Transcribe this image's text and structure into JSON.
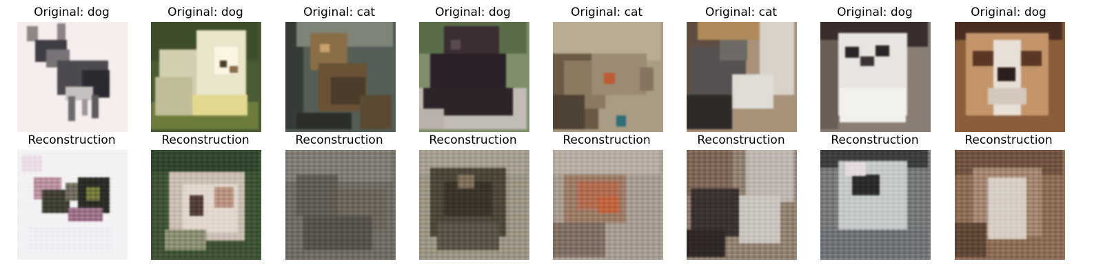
{
  "columns": [
    {
      "original_title": "Original: dog",
      "reconstruction_title": "Reconstruction"
    },
    {
      "original_title": "Original: dog",
      "reconstruction_title": "Reconstruction"
    },
    {
      "original_title": "Original: cat",
      "reconstruction_title": "Reconstruction"
    },
    {
      "original_title": "Original: dog",
      "reconstruction_title": "Reconstruction"
    },
    {
      "original_title": "Original: cat",
      "reconstruction_title": "Reconstruction"
    },
    {
      "original_title": "Original: cat",
      "reconstruction_title": "Reconstruction"
    },
    {
      "original_title": "Original: dog",
      "reconstruction_title": "Reconstruction"
    },
    {
      "original_title": "Original: dog",
      "reconstruction_title": "Reconstruction"
    }
  ]
}
